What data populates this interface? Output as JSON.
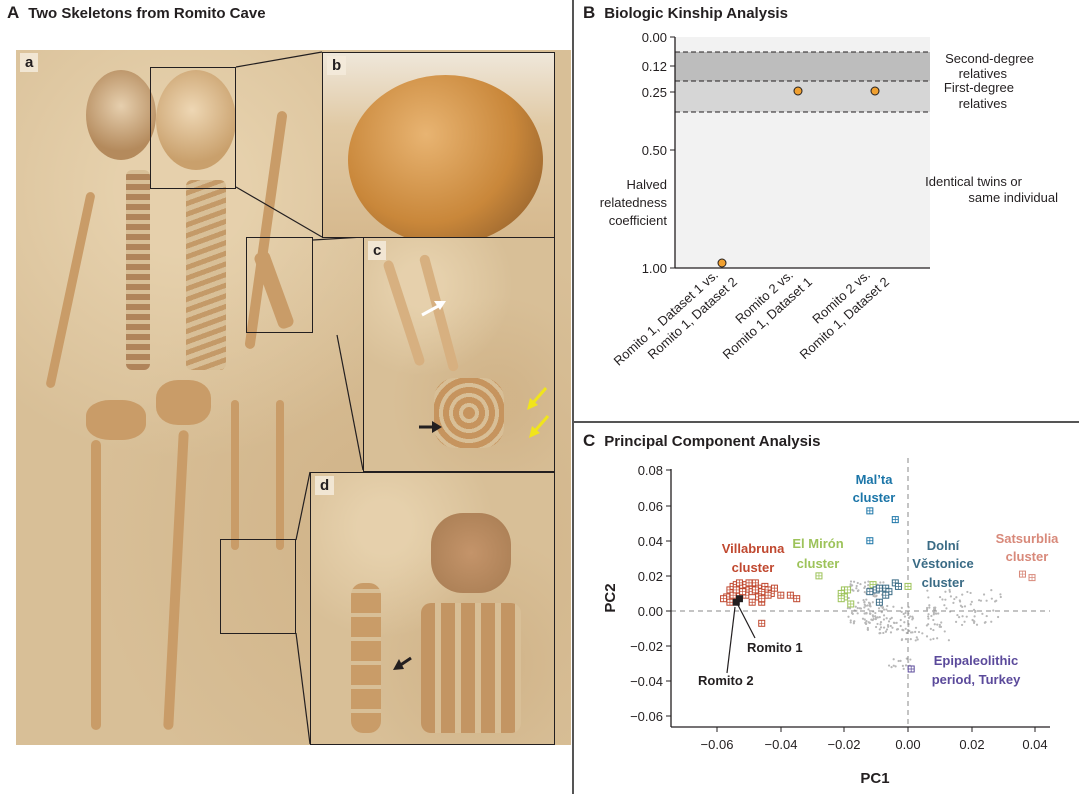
{
  "panels": {
    "A": {
      "letter": "A",
      "title": "Two Skeletons from Romito Cave",
      "subpanels": [
        "a",
        "b",
        "c",
        "d"
      ]
    },
    "B": {
      "letter": "B",
      "title": "Biologic Kinship Analysis"
    },
    "C": {
      "letter": "C",
      "title": "Principal Component Analysis"
    }
  },
  "chart_data": [
    {
      "type": "scatter",
      "title": "Biologic Kinship Analysis",
      "ylabel": "Halved relatedness coefficient",
      "ylabel_lines": [
        "Halved",
        "relatedness",
        "coefficient"
      ],
      "yticks": [
        "0.00",
        "0.12",
        "0.25",
        "0.50",
        "1.00"
      ],
      "y_inverted": true,
      "categories": [
        "Romito 1, Dataset 1 vs. Romito 1, Dataset 2",
        "Romito 2 vs. Romito 1, Dataset 1",
        "Romito 2 vs. Romito 1, Dataset 2"
      ],
      "category_lines": [
        [
          "Romito 1, Dataset 1 vs.",
          "Romito 1, Dataset 2"
        ],
        [
          "Romito 2 vs.",
          "Romito 1, Dataset 1"
        ],
        [
          "Romito 2 vs.",
          "Romito 1, Dataset 2"
        ]
      ],
      "values": [
        0.98,
        0.25,
        0.25
      ],
      "point_color": "#f0a030",
      "bands": [
        {
          "label": "Second-degree relatives",
          "lines": [
            "Second-degree",
            "relatives"
          ],
          "from": 0.0625,
          "to": 0.177,
          "color": "#bdbdbd"
        },
        {
          "label": "First-degree relatives",
          "lines": [
            "First-degree",
            "relatives"
          ],
          "from": 0.177,
          "to": 0.354,
          "color": "#d6d6d6"
        },
        {
          "label": "Identical twins or same individual",
          "lines": [
            "Identical twins or",
            "same individual"
          ],
          "from": 0.354,
          "to": 1.0,
          "color": "#f2f2f2"
        }
      ]
    },
    {
      "type": "scatter",
      "title": "Principal Component Analysis",
      "xlabel": "PC1",
      "ylabel": "PC2",
      "xlim": [
        -0.075,
        0.043
      ],
      "ylim": [
        -0.066,
        0.08
      ],
      "xticks": [
        "−0.06",
        "−0.04",
        "−0.02",
        "0.00",
        "0.02",
        "0.04"
      ],
      "yticks": [
        "0.08",
        "0.06",
        "0.04",
        "0.02",
        "0.00",
        "−0.02",
        "−0.04",
        "−0.06"
      ],
      "series": [
        {
          "name": "Villabruna cluster",
          "label_lines": [
            "Villabruna",
            "cluster"
          ],
          "color": "#c0482f",
          "points": [
            [
              -0.056,
              0.012
            ],
            [
              -0.055,
              0.014
            ],
            [
              -0.054,
              0.015
            ],
            [
              -0.053,
              0.016
            ],
            [
              -0.052,
              0.013
            ],
            [
              -0.051,
              0.015
            ],
            [
              -0.05,
              0.012
            ],
            [
              -0.049,
              0.014
            ],
            [
              -0.048,
              0.016
            ],
            [
              -0.047,
              0.013
            ],
            [
              -0.046,
              0.011
            ],
            [
              -0.045,
              0.014
            ],
            [
              -0.044,
              0.012
            ],
            [
              -0.043,
              0.01
            ],
            [
              -0.042,
              0.013
            ],
            [
              -0.04,
              0.009
            ],
            [
              -0.037,
              0.009
            ],
            [
              -0.035,
              0.007
            ],
            [
              -0.057,
              0.008
            ],
            [
              -0.055,
              0.009
            ],
            [
              -0.053,
              0.01
            ],
            [
              -0.051,
              0.009
            ],
            [
              -0.049,
              0.011
            ],
            [
              -0.047,
              0.008
            ],
            [
              -0.046,
              0.005
            ],
            [
              -0.049,
              0.005
            ],
            [
              -0.056,
              0.005
            ],
            [
              -0.058,
              0.007
            ],
            [
              -0.054,
              0.012
            ],
            [
              -0.052,
              0.011
            ],
            [
              -0.05,
              0.016
            ],
            [
              -0.048,
              0.012
            ],
            [
              -0.046,
              0.007
            ],
            [
              -0.044,
              0.009
            ],
            [
              -0.046,
              -0.007
            ]
          ]
        },
        {
          "name": "El Mirón cluster",
          "label_lines": [
            "El Mirón",
            "cluster"
          ],
          "color": "#9dc35a",
          "points": [
            [
              -0.028,
              0.02
            ],
            [
              -0.02,
              0.012
            ],
            [
              -0.019,
              0.012
            ],
            [
              -0.021,
              0.01
            ],
            [
              -0.02,
              0.008
            ],
            [
              -0.021,
              0.007
            ],
            [
              -0.018,
              0.004
            ],
            [
              -0.011,
              0.015
            ],
            [
              0.0,
              0.014
            ]
          ]
        },
        {
          "name": "Mal'ta cluster",
          "label_lines": [
            "Mal’ta",
            "cluster"
          ],
          "color": "#1b75a8",
          "points": [
            [
              -0.012,
              0.057
            ],
            [
              -0.004,
              0.052
            ],
            [
              -0.012,
              0.04
            ]
          ]
        },
        {
          "name": "Dolní Věstonice cluster",
          "label_lines": [
            "Dolní",
            "Věstonice",
            "cluster"
          ],
          "color": "#3a6b85",
          "points": [
            [
              -0.012,
              0.011
            ],
            [
              -0.01,
              0.012
            ],
            [
              -0.009,
              0.013
            ],
            [
              -0.007,
              0.013
            ],
            [
              -0.006,
              0.011
            ],
            [
              -0.004,
              0.016
            ],
            [
              -0.007,
              0.009
            ],
            [
              -0.009,
              0.005
            ],
            [
              -0.003,
              0.014
            ]
          ]
        },
        {
          "name": "Satsurblia cluster",
          "label_lines": [
            "Satsurblia",
            "cluster"
          ],
          "color": "#d8897a",
          "points": [
            [
              0.036,
              0.021
            ],
            [
              0.039,
              0.019
            ]
          ]
        },
        {
          "name": "Epipaleolithic period, Turkey",
          "label_lines": [
            "Epipaleolithic",
            "period, Turkey"
          ],
          "color": "#5b4a9b",
          "points": [
            [
              0.001,
              -0.033
            ]
          ]
        },
        {
          "name": "Romito 1",
          "color": "#231f20",
          "points": [
            [
              -0.053,
              0.007
            ]
          ]
        },
        {
          "name": "Romito 2",
          "color": "#231f20",
          "points": [
            [
              -0.054,
              0.005
            ]
          ]
        }
      ],
      "annotations": [
        "Romito 1",
        "Romito 2"
      ],
      "reference_lines": {
        "x": 0.0,
        "y": 0.0,
        "style": "dashed"
      }
    }
  ]
}
